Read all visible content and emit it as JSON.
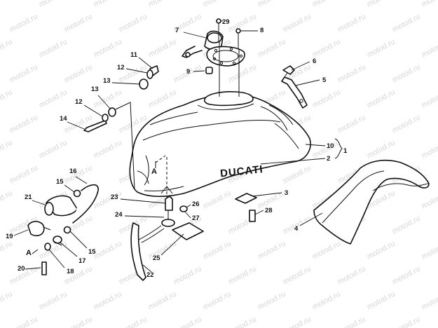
{
  "watermark": "motod.ru",
  "brand_text": "DUCATI",
  "view_markers": [
    "A",
    "A"
  ],
  "callouts": [
    {
      "n": "1"
    },
    {
      "n": "2"
    },
    {
      "n": "3"
    },
    {
      "n": "4"
    },
    {
      "n": "5"
    },
    {
      "n": "6"
    },
    {
      "n": "7"
    },
    {
      "n": "8"
    },
    {
      "n": "9"
    },
    {
      "n": "10"
    },
    {
      "n": "11"
    },
    {
      "n": "12"
    },
    {
      "n": "12"
    },
    {
      "n": "13"
    },
    {
      "n": "13"
    },
    {
      "n": "14"
    },
    {
      "n": "15"
    },
    {
      "n": "15"
    },
    {
      "n": "16"
    },
    {
      "n": "17"
    },
    {
      "n": "18"
    },
    {
      "n": "19"
    },
    {
      "n": "20"
    },
    {
      "n": "21"
    },
    {
      "n": "22"
    },
    {
      "n": "23"
    },
    {
      "n": "24"
    },
    {
      "n": "25"
    },
    {
      "n": "26"
    },
    {
      "n": "27"
    },
    {
      "n": "28"
    },
    {
      "n": "29"
    }
  ]
}
